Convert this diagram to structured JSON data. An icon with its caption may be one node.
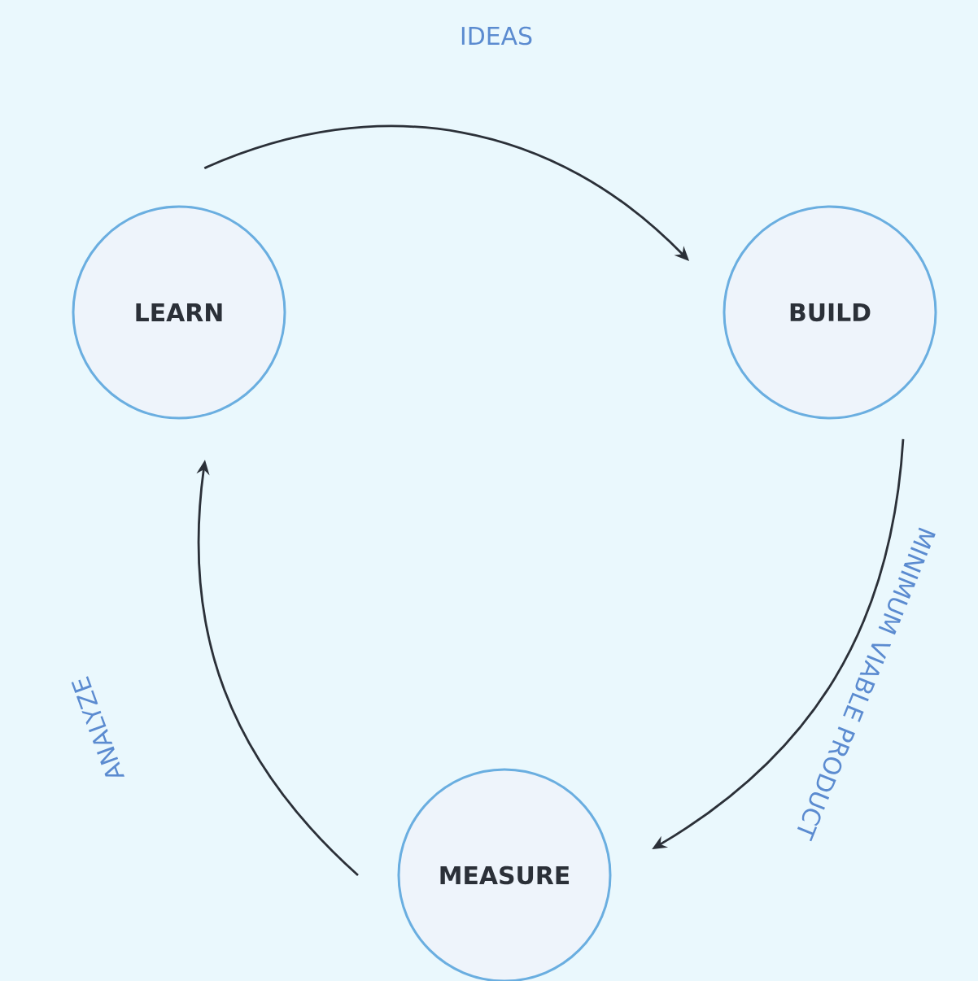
{
  "diagram": {
    "nodes": [
      {
        "text": [
          "LEARN"
        ]
      },
      {
        "text": [
          "BUILD"
        ]
      },
      {
        "text": [
          "MEASURE"
        ]
      }
    ],
    "edges": [
      {
        "from": 0,
        "to": 1,
        "arrow": "to",
        "label": "IDEAS"
      },
      {
        "from": 1,
        "to": 2,
        "arrow": "to",
        "label": "MINIMUM VIABLE PRODUCT"
      },
      {
        "from": 2,
        "to": 0,
        "arrow": "to",
        "label": "ANALYZE"
      }
    ]
  }
}
